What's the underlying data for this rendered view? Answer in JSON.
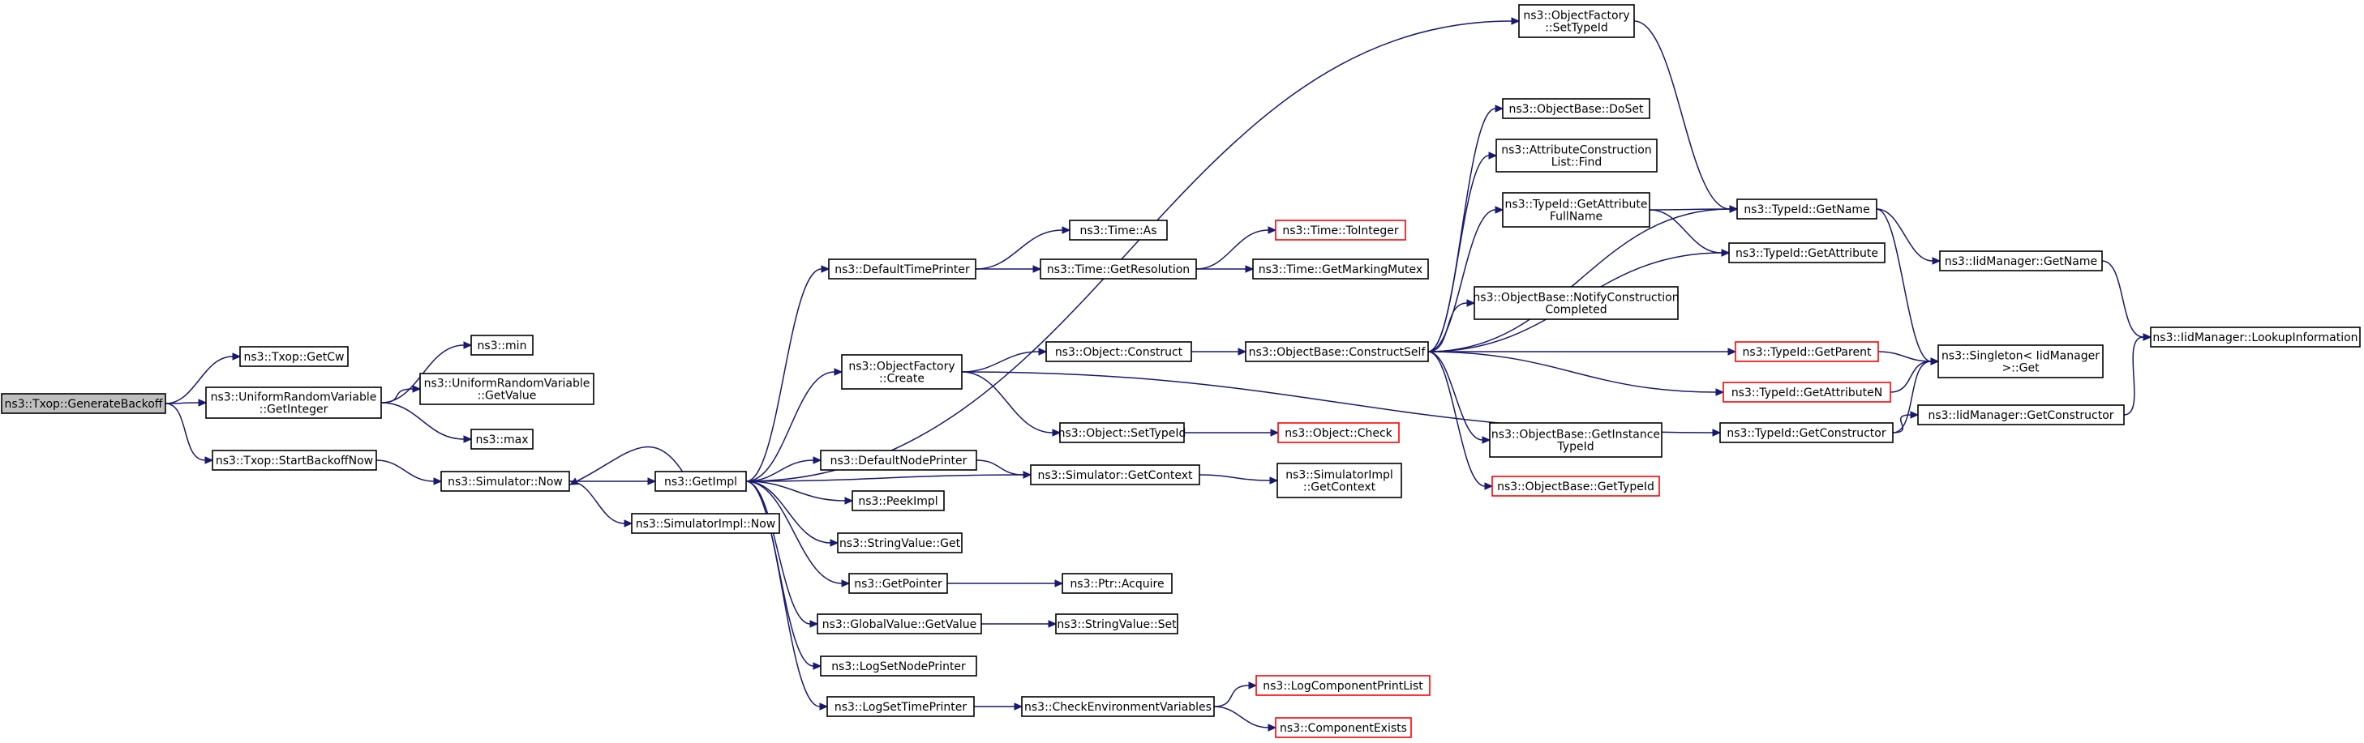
{
  "diagram": {
    "nodes": [
      {
        "id": "gen_backoff",
        "lines": [
          "ns3::Txop::GenerateBackoff"
        ],
        "style": "root"
      },
      {
        "id": "get_cw",
        "lines": [
          "ns3::Txop::GetCw"
        ],
        "style": "normal"
      },
      {
        "id": "urv_getint",
        "lines": [
          "ns3::UniformRandomVariable",
          "::GetInteger"
        ],
        "style": "normal"
      },
      {
        "id": "start_backoff",
        "lines": [
          "ns3::Txop::StartBackoffNow"
        ],
        "style": "normal"
      },
      {
        "id": "min",
        "lines": [
          "ns3::min"
        ],
        "style": "normal"
      },
      {
        "id": "urv_getvalue",
        "lines": [
          "ns3::UniformRandomVariable",
          "::GetValue"
        ],
        "style": "normal"
      },
      {
        "id": "max",
        "lines": [
          "ns3::max"
        ],
        "style": "normal"
      },
      {
        "id": "sim_now",
        "lines": [
          "ns3::Simulator::Now"
        ],
        "style": "normal"
      },
      {
        "id": "get_impl",
        "lines": [
          "ns3::GetImpl"
        ],
        "style": "normal"
      },
      {
        "id": "simimpl_now",
        "lines": [
          "ns3::SimulatorImpl::Now"
        ],
        "style": "normal"
      },
      {
        "id": "default_time_printer",
        "lines": [
          "ns3::DefaultTimePrinter"
        ],
        "style": "normal"
      },
      {
        "id": "objfactory_create",
        "lines": [
          "ns3::ObjectFactory",
          "::Create"
        ],
        "style": "normal"
      },
      {
        "id": "default_node_printer",
        "lines": [
          "ns3::DefaultNodePrinter"
        ],
        "style": "normal"
      },
      {
        "id": "peek_impl",
        "lines": [
          "ns3::PeekImpl"
        ],
        "style": "normal"
      },
      {
        "id": "stringvalue_get",
        "lines": [
          "ns3::StringValue::Get"
        ],
        "style": "normal"
      },
      {
        "id": "get_pointer",
        "lines": [
          "ns3::GetPointer"
        ],
        "style": "normal"
      },
      {
        "id": "globalvalue_getvalue",
        "lines": [
          "ns3::GlobalValue::GetValue"
        ],
        "style": "normal"
      },
      {
        "id": "log_set_node_printer",
        "lines": [
          "ns3::LogSetNodePrinter"
        ],
        "style": "normal"
      },
      {
        "id": "log_set_time_printer",
        "lines": [
          "ns3::LogSetTimePrinter"
        ],
        "style": "normal"
      },
      {
        "id": "time_as",
        "lines": [
          "ns3::Time::As"
        ],
        "style": "normal"
      },
      {
        "id": "time_getresolution",
        "lines": [
          "ns3::Time::GetResolution"
        ],
        "style": "normal"
      },
      {
        "id": "object_construct",
        "lines": [
          "ns3::Object::Construct"
        ],
        "style": "normal"
      },
      {
        "id": "object_settypeid",
        "lines": [
          "ns3::Object::SetTypeId"
        ],
        "style": "normal"
      },
      {
        "id": "sim_getcontext",
        "lines": [
          "ns3::Simulator::GetContext"
        ],
        "style": "normal"
      },
      {
        "id": "ptr_acquire",
        "lines": [
          "ns3::Ptr::Acquire"
        ],
        "style": "normal"
      },
      {
        "id": "stringvalue_set",
        "lines": [
          "ns3::StringValue::Set"
        ],
        "style": "normal"
      },
      {
        "id": "check_env_vars",
        "lines": [
          "ns3::CheckEnvironmentVariables"
        ],
        "style": "normal"
      },
      {
        "id": "time_tointeger",
        "lines": [
          "ns3::Time::ToInteger"
        ],
        "style": "red"
      },
      {
        "id": "time_getmarkingmutex",
        "lines": [
          "ns3::Time::GetMarkingMutex"
        ],
        "style": "normal"
      },
      {
        "id": "objbase_constructself",
        "lines": [
          "ns3::ObjectBase::ConstructSelf"
        ],
        "style": "normal"
      },
      {
        "id": "object_check",
        "lines": [
          "ns3::Object::Check"
        ],
        "style": "red"
      },
      {
        "id": "simimpl_getcontext",
        "lines": [
          "ns3::SimulatorImpl",
          "::GetContext"
        ],
        "style": "normal"
      },
      {
        "id": "log_component_print_list",
        "lines": [
          "ns3::LogComponentPrintList"
        ],
        "style": "red"
      },
      {
        "id": "component_exists",
        "lines": [
          "ns3::ComponentExists"
        ],
        "style": "red"
      },
      {
        "id": "objfactory_settypeid",
        "lines": [
          "ns3::ObjectFactory",
          "::SetTypeId"
        ],
        "style": "normal"
      },
      {
        "id": "objbase_doset",
        "lines": [
          "ns3::ObjectBase::DoSet"
        ],
        "style": "normal"
      },
      {
        "id": "attr_construction_list_find",
        "lines": [
          "ns3::AttributeConstruction",
          "List::Find"
        ],
        "style": "normal"
      },
      {
        "id": "typeid_getattributefullname",
        "lines": [
          "ns3::TypeId::GetAttribute",
          "FullName"
        ],
        "style": "normal"
      },
      {
        "id": "objbase_notifyconstructioncompleted",
        "lines": [
          "ns3::ObjectBase::NotifyConstruction",
          "Completed"
        ],
        "style": "normal"
      },
      {
        "id": "objbase_getinstancetypeid",
        "lines": [
          "ns3::ObjectBase::GetInstance",
          "TypeId"
        ],
        "style": "normal"
      },
      {
        "id": "objbase_gettypeid",
        "lines": [
          "ns3::ObjectBase::GetTypeId"
        ],
        "style": "red"
      },
      {
        "id": "typeid_getname",
        "lines": [
          "ns3::TypeId::GetName"
        ],
        "style": "normal"
      },
      {
        "id": "typeid_getattribute",
        "lines": [
          "ns3::TypeId::GetAttribute"
        ],
        "style": "normal"
      },
      {
        "id": "typeid_getparent",
        "lines": [
          "ns3::TypeId::GetParent"
        ],
        "style": "red"
      },
      {
        "id": "typeid_getattributen",
        "lines": [
          "ns3::TypeId::GetAttributeN"
        ],
        "style": "red"
      },
      {
        "id": "typeid_getconstructor",
        "lines": [
          "ns3::TypeId::GetConstructor"
        ],
        "style": "normal"
      },
      {
        "id": "iidmanager_getname",
        "lines": [
          "ns3::IidManager::GetName"
        ],
        "style": "normal"
      },
      {
        "id": "singleton_get",
        "lines": [
          "ns3::Singleton< IidManager",
          " >::Get"
        ],
        "style": "normal"
      },
      {
        "id": "iidmanager_getconstructor",
        "lines": [
          "ns3::IidManager::GetConstructor"
        ],
        "style": "normal"
      },
      {
        "id": "iidmanager_lookupinformation",
        "lines": [
          "ns3::IidManager::LookupInformation"
        ],
        "style": "normal"
      }
    ],
    "edges": [
      [
        "gen_backoff",
        "get_cw"
      ],
      [
        "gen_backoff",
        "urv_getint"
      ],
      [
        "gen_backoff",
        "start_backoff"
      ],
      [
        "urv_getint",
        "min"
      ],
      [
        "urv_getint",
        "urv_getvalue"
      ],
      [
        "urv_getint",
        "max"
      ],
      [
        "start_backoff",
        "sim_now"
      ],
      [
        "sim_now",
        "get_impl"
      ],
      [
        "sim_now",
        "simimpl_now"
      ],
      [
        "get_impl",
        "sim_now"
      ],
      [
        "get_impl",
        "default_time_printer"
      ],
      [
        "get_impl",
        "objfactory_create"
      ],
      [
        "get_impl",
        "default_node_printer"
      ],
      [
        "get_impl",
        "peek_impl"
      ],
      [
        "get_impl",
        "stringvalue_get"
      ],
      [
        "get_impl",
        "get_pointer"
      ],
      [
        "get_impl",
        "globalvalue_getvalue"
      ],
      [
        "get_impl",
        "log_set_node_printer"
      ],
      [
        "get_impl",
        "log_set_time_printer"
      ],
      [
        "get_impl",
        "sim_getcontext"
      ],
      [
        "get_impl",
        "objfactory_settypeid"
      ],
      [
        "default_time_printer",
        "time_as"
      ],
      [
        "default_time_printer",
        "time_getresolution"
      ],
      [
        "time_getresolution",
        "time_tointeger"
      ],
      [
        "time_getresolution",
        "time_getmarkingmutex"
      ],
      [
        "objfactory_create",
        "object_construct"
      ],
      [
        "objfactory_create",
        "object_settypeid"
      ],
      [
        "objfactory_create",
        "typeid_getconstructor"
      ],
      [
        "object_construct",
        "objbase_constructself"
      ],
      [
        "object_settypeid",
        "object_check"
      ],
      [
        "default_node_printer",
        "sim_getcontext"
      ],
      [
        "sim_getcontext",
        "simimpl_getcontext"
      ],
      [
        "get_pointer",
        "ptr_acquire"
      ],
      [
        "globalvalue_getvalue",
        "stringvalue_set"
      ],
      [
        "log_set_time_printer",
        "check_env_vars"
      ],
      [
        "check_env_vars",
        "log_component_print_list"
      ],
      [
        "check_env_vars",
        "component_exists"
      ],
      [
        "objbase_constructself",
        "objbase_doset"
      ],
      [
        "objbase_constructself",
        "attr_construction_list_find"
      ],
      [
        "objbase_constructself",
        "typeid_getattributefullname"
      ],
      [
        "objbase_constructself",
        "objbase_notifyconstructioncompleted"
      ],
      [
        "objbase_constructself",
        "objbase_getinstancetypeid"
      ],
      [
        "objbase_constructself",
        "objbase_gettypeid"
      ],
      [
        "objbase_constructself",
        "typeid_getname"
      ],
      [
        "objbase_constructself",
        "typeid_getattribute"
      ],
      [
        "objbase_constructself",
        "typeid_getparent"
      ],
      [
        "objbase_constructself",
        "typeid_getattributen"
      ],
      [
        "objfactory_settypeid",
        "typeid_getname"
      ],
      [
        "typeid_getattributefullname",
        "typeid_getname"
      ],
      [
        "typeid_getattributefullname",
        "typeid_getattribute"
      ],
      [
        "typeid_getname",
        "iidmanager_getname"
      ],
      [
        "typeid_getname",
        "singleton_get"
      ],
      [
        "iidmanager_getname",
        "iidmanager_lookupinformation"
      ],
      [
        "typeid_getparent",
        "singleton_get"
      ],
      [
        "typeid_getattributen",
        "singleton_get"
      ],
      [
        "typeid_getconstructor",
        "singleton_get"
      ],
      [
        "typeid_getconstructor",
        "iidmanager_getconstructor"
      ],
      [
        "iidmanager_getconstructor",
        "iidmanager_lookupinformation"
      ]
    ]
  }
}
